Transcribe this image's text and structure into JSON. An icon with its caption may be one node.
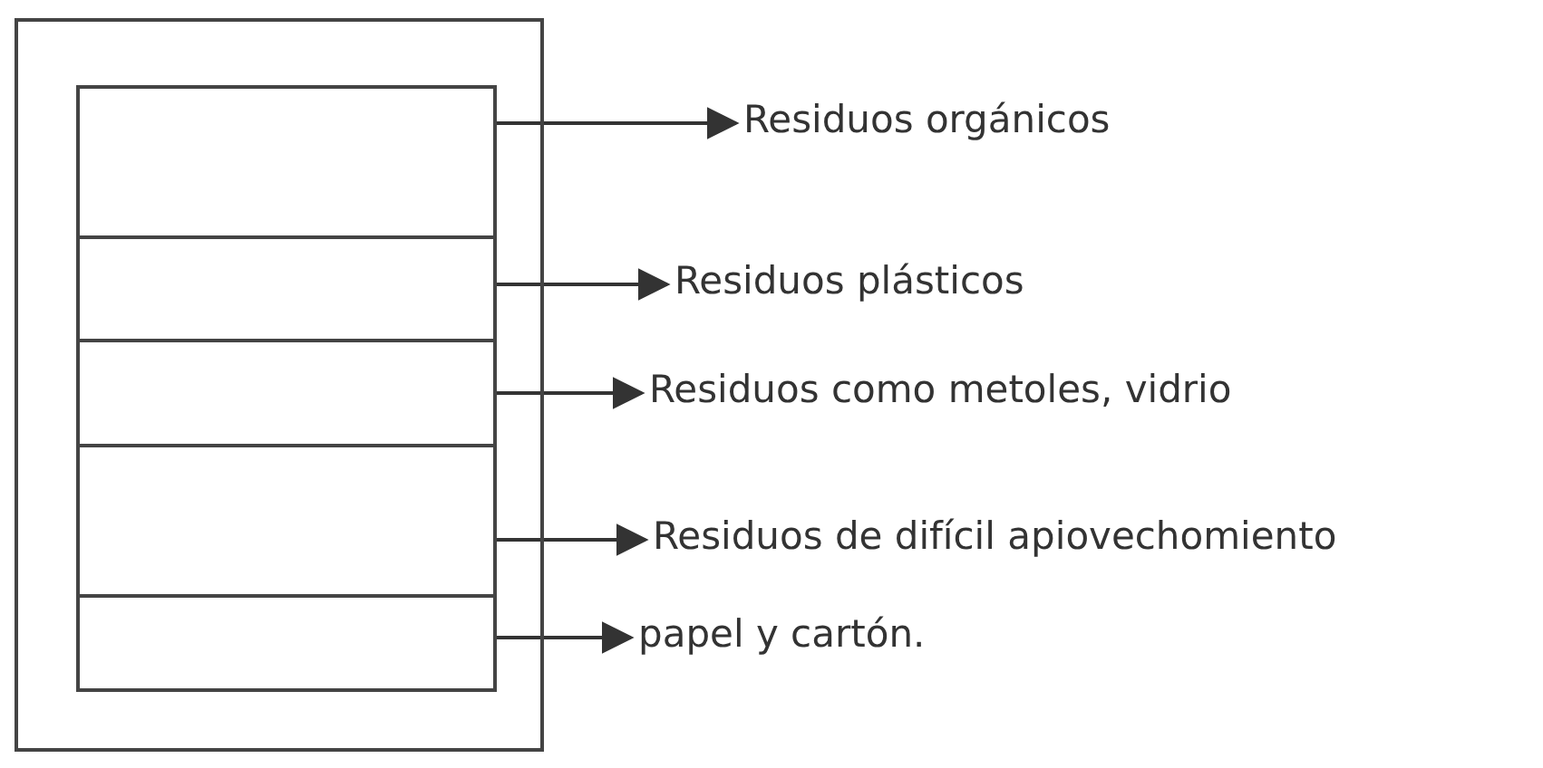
{
  "diagram": {
    "nodes": [
      {
        "text": [],
        "shape": "box"
      },
      {
        "text": [],
        "shape": "box",
        "in": 0
      },
      {
        "text": [],
        "shape": "box",
        "in": 0
      },
      {
        "text": [],
        "shape": "box",
        "in": 0
      },
      {
        "text": [],
        "shape": "box",
        "in": 0
      },
      {
        "text": [],
        "shape": "box",
        "in": 0
      },
      {
        "text": [
          "Residuos orgánicos"
        ]
      },
      {
        "text": [
          "Residuos plásticos"
        ]
      },
      {
        "text": [
          "Residuos como metoles, vidrio"
        ]
      },
      {
        "text": [
          "Residuos de difícil apiovechomiento"
        ]
      },
      {
        "text": [
          "papel y cartón."
        ]
      }
    ],
    "edges": [
      {
        "from": 1,
        "to": 6,
        "arrow": "to"
      },
      {
        "from": 2,
        "to": 7,
        "arrow": "to"
      },
      {
        "from": 3,
        "to": 8,
        "arrow": "to"
      },
      {
        "from": 4,
        "to": 9,
        "arrow": "to"
      },
      {
        "from": 5,
        "to": 10,
        "arrow": "to"
      }
    ]
  }
}
